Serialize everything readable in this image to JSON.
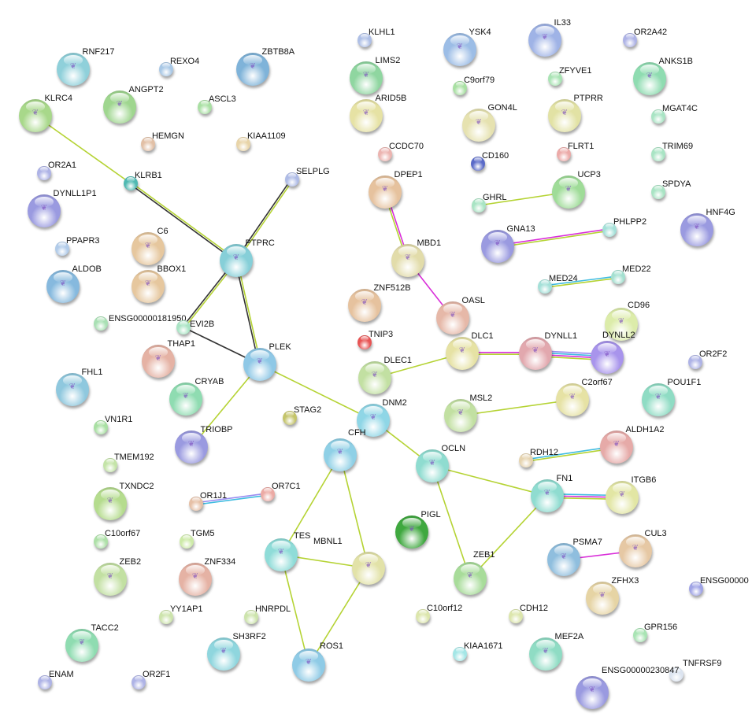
{
  "title": "Protein interaction network",
  "nodes": [
    {
      "id": "RNF217",
      "color": "#8fd0da",
      "big": true
    },
    {
      "id": "REXO4",
      "color": "#a9c8e6",
      "big": false
    },
    {
      "id": "ZBTB8A",
      "color": "#7fb3d9",
      "big": true
    },
    {
      "id": "KLRC4",
      "color": "#a8d88a",
      "big": true
    },
    {
      "id": "ANGPT2",
      "color": "#9fd68f",
      "big": true
    },
    {
      "id": "ASCL3",
      "color": "#a9e0a3",
      "big": false
    },
    {
      "id": "HEMGN",
      "color": "#e2c0a6",
      "big": false
    },
    {
      "id": "KIAA1109",
      "color": "#e8d4a8",
      "big": false
    },
    {
      "id": "OR2A1",
      "color": "#aeb3e6",
      "big": false
    },
    {
      "id": "KLRB1",
      "color": "#4fb9b2",
      "big": false
    },
    {
      "id": "SELPLG",
      "color": "#aebbe6",
      "big": false
    },
    {
      "id": "DYNLL1P1",
      "color": "#9a9ae0",
      "big": true
    },
    {
      "id": "PPAPR3",
      "color": "#b1cbe9",
      "big": false
    },
    {
      "id": "C6",
      "color": "#e6c79e",
      "big": true
    },
    {
      "id": "PTPRC",
      "color": "#86cfd8",
      "big": true
    },
    {
      "id": "ALDOB",
      "color": "#86b9de",
      "big": true
    },
    {
      "id": "BBOX1",
      "color": "#e6c79e",
      "big": true
    },
    {
      "id": "ENSG00000181950",
      "color": "#a9e0b4",
      "big": false
    },
    {
      "id": "EVI2B",
      "color": "#a9e4c4",
      "big": false
    },
    {
      "id": "THAP1",
      "color": "#e5b2a4",
      "big": true
    },
    {
      "id": "PLEK",
      "color": "#8fc8e6",
      "big": true
    },
    {
      "id": "FHL1",
      "color": "#8fc8de",
      "big": true
    },
    {
      "id": "CRYAB",
      "color": "#8fdcb1",
      "big": true
    },
    {
      "id": "STAG2",
      "color": "#c4c46a",
      "big": false
    },
    {
      "id": "VN1R1",
      "color": "#a9e0a3",
      "big": false
    },
    {
      "id": "TRIOBP",
      "color": "#9a9ae0",
      "big": true
    },
    {
      "id": "TMEM192",
      "color": "#c4e4a8",
      "big": false
    },
    {
      "id": "TXNDC2",
      "color": "#b5dc8e",
      "big": true
    },
    {
      "id": "OR1J1",
      "color": "#e6c0a6",
      "big": false
    },
    {
      "id": "OR7C1",
      "color": "#ecaaa4",
      "big": false
    },
    {
      "id": "C10orf67",
      "color": "#aee0a8",
      "big": false
    },
    {
      "id": "TGM5",
      "color": "#cdeaa8",
      "big": false
    },
    {
      "id": "ZEB2",
      "color": "#c2e0a2",
      "big": true
    },
    {
      "id": "ZNF334",
      "color": "#e5b2a4",
      "big": true
    },
    {
      "id": "YY1AP1",
      "color": "#cde4ac",
      "big": false
    },
    {
      "id": "HNRPDL",
      "color": "#cde4ac",
      "big": false
    },
    {
      "id": "TACC2",
      "color": "#8fdcb1",
      "big": true
    },
    {
      "id": "SH3RF2",
      "color": "#8fd6de",
      "big": true
    },
    {
      "id": "ENAM",
      "color": "#aeb3e6",
      "big": false
    },
    {
      "id": "OR2F1",
      "color": "#aeb3e6",
      "big": false
    },
    {
      "id": "KLHL1",
      "color": "#aebfe6",
      "big": false
    },
    {
      "id": "YSK4",
      "color": "#9cbde6",
      "big": true
    },
    {
      "id": "IL33",
      "color": "#9fb3e6",
      "big": true
    },
    {
      "id": "OR2A42",
      "color": "#aeb3e6",
      "big": false
    },
    {
      "id": "LIMS2",
      "color": "#8fd6a0",
      "big": true
    },
    {
      "id": "C9orf79",
      "color": "#a9e0a3",
      "big": false
    },
    {
      "id": "ZFYVE1",
      "color": "#a9e4b4",
      "big": false
    },
    {
      "id": "ANKS1B",
      "color": "#8fdcb1",
      "big": true
    },
    {
      "id": "ARID5B",
      "color": "#e6e2a4",
      "big": true
    },
    {
      "id": "GON4L",
      "color": "#e6e2b0",
      "big": true
    },
    {
      "id": "PTPRR",
      "color": "#e2e2a4",
      "big": true
    },
    {
      "id": "MGAT4C",
      "color": "#a9e4c4",
      "big": false
    },
    {
      "id": "CCDC70",
      "color": "#ecb4b0",
      "big": false
    },
    {
      "id": "CD160",
      "color": "#5a6ac8",
      "big": false
    },
    {
      "id": "FLRT1",
      "color": "#ecaaa8",
      "big": false
    },
    {
      "id": "TRIM69",
      "color": "#a9e4c4",
      "big": false
    },
    {
      "id": "DPEP1",
      "color": "#e6c29e",
      "big": true
    },
    {
      "id": "GHRL",
      "color": "#a9e4c4",
      "big": false
    },
    {
      "id": "UCP3",
      "color": "#9fdc98",
      "big": true
    },
    {
      "id": "SPDYA",
      "color": "#a9e4c4",
      "big": false
    },
    {
      "id": "GNA13",
      "color": "#9a9ae0",
      "big": true
    },
    {
      "id": "PHLPP2",
      "color": "#a4e0d8",
      "big": false
    },
    {
      "id": "HNF4G",
      "color": "#9a9ae0",
      "big": true
    },
    {
      "id": "MBD1",
      "color": "#e2dcaa",
      "big": true
    },
    {
      "id": "MED24",
      "color": "#a4e0d8",
      "big": false
    },
    {
      "id": "MED22",
      "color": "#a4e0d0",
      "big": false
    },
    {
      "id": "ZNF512B",
      "color": "#e6c29e",
      "big": true
    },
    {
      "id": "OASL",
      "color": "#e6b8a8",
      "big": true
    },
    {
      "id": "CD96",
      "color": "#dcecaa",
      "big": true
    },
    {
      "id": "TNIP3",
      "color": "#e85454",
      "big": false
    },
    {
      "id": "DLC1",
      "color": "#e6e2a4",
      "big": true
    },
    {
      "id": "DYNLL1",
      "color": "#e2a8ae",
      "big": true
    },
    {
      "id": "DYNLL2",
      "color": "#a894ec",
      "big": true
    },
    {
      "id": "OR2F2",
      "color": "#aeb3e6",
      "big": false
    },
    {
      "id": "DLEC1",
      "color": "#c2e0a2",
      "big": true
    },
    {
      "id": "DNM2",
      "color": "#8fd6e6",
      "big": true
    },
    {
      "id": "MSL2",
      "color": "#c2e0a2",
      "big": true
    },
    {
      "id": "C2orf67",
      "color": "#e6e2a4",
      "big": true
    },
    {
      "id": "POU1F1",
      "color": "#8fdcc4",
      "big": true
    },
    {
      "id": "CFH",
      "color": "#8fd0e6",
      "big": true
    },
    {
      "id": "OCLN",
      "color": "#8fdcd0",
      "big": true
    },
    {
      "id": "RDH12",
      "color": "#e6d4b0",
      "big": false
    },
    {
      "id": "ALDH1A2",
      "color": "#e6aaa8",
      "big": true
    },
    {
      "id": "FN1",
      "color": "#8fdcd0",
      "big": true
    },
    {
      "id": "ITGB6",
      "color": "#e2e6a4",
      "big": true
    },
    {
      "id": "PIGL",
      "color": "#3fa83f",
      "big": true
    },
    {
      "id": "TES",
      "color": "#8fdcd8",
      "big": true
    },
    {
      "id": "MBNL1",
      "color": "#e2e2a8",
      "big": true
    },
    {
      "id": "ZEB1",
      "color": "#a8dc9a",
      "big": true
    },
    {
      "id": "PSMA7",
      "color": "#8fbede",
      "big": true
    },
    {
      "id": "CUL3",
      "color": "#e6c8a4",
      "big": true
    },
    {
      "id": "ZFHX3",
      "color": "#e6d4a4",
      "big": true
    },
    {
      "id": "ENSG00000",
      "color": "#a0a4e6",
      "big": false
    },
    {
      "id": "C10orf12",
      "color": "#dce6ac",
      "big": false
    },
    {
      "id": "CDH12",
      "color": "#dce6ac",
      "big": false
    },
    {
      "id": "GPR156",
      "color": "#a9e4b4",
      "big": false
    },
    {
      "id": "ROS1",
      "color": "#8fcbe6",
      "big": true
    },
    {
      "id": "KIAA1671",
      "color": "#a4e6e6",
      "big": false
    },
    {
      "id": "MEF2A",
      "color": "#8fdcc4",
      "big": true
    },
    {
      "id": "TNFRSF9",
      "color": "#dce4f0",
      "big": false
    },
    {
      "id": "ENSG00000230847",
      "color": "#9a9ae0",
      "big": true
    }
  ],
  "edges": [
    {
      "a": "KLRC4",
      "b": "KLRB1",
      "types": [
        "textmining"
      ]
    },
    {
      "a": "KLRB1",
      "b": "PTPRC",
      "types": [
        "textmining",
        "coexpression"
      ]
    },
    {
      "a": "SELPLG",
      "b": "PTPRC",
      "types": [
        "textmining",
        "coexpression"
      ]
    },
    {
      "a": "PTPRC",
      "b": "EVI2B",
      "types": [
        "textmining",
        "coexpression"
      ]
    },
    {
      "a": "PTPRC",
      "b": "PLEK",
      "types": [
        "textmining",
        "coexpression"
      ]
    },
    {
      "a": "EVI2B",
      "b": "PLEK",
      "types": [
        "coexpression"
      ]
    },
    {
      "a": "PLEK",
      "b": "TRIOBP",
      "types": [
        "textmining"
      ]
    },
    {
      "a": "PLEK",
      "b": "DNM2",
      "types": [
        "textmining"
      ]
    },
    {
      "a": "DPEP1",
      "b": "MBD1",
      "types": [
        "experiments",
        "textmining"
      ]
    },
    {
      "a": "MBD1",
      "b": "OASL",
      "types": [
        "experiments"
      ]
    },
    {
      "a": "GHRL",
      "b": "UCP3",
      "types": [
        "textmining"
      ]
    },
    {
      "a": "GNA13",
      "b": "PHLPP2",
      "types": [
        "experiments",
        "textmining"
      ]
    },
    {
      "a": "MED24",
      "b": "MED22",
      "types": [
        "database",
        "textmining"
      ]
    },
    {
      "a": "DLEC1",
      "b": "DLC1",
      "types": [
        "textmining"
      ]
    },
    {
      "a": "DLC1",
      "b": "DYNLL1",
      "types": [
        "experiments",
        "textmining"
      ]
    },
    {
      "a": "DYNLL1",
      "b": "DYNLL2",
      "types": [
        "homology",
        "database",
        "experiments",
        "textmining"
      ]
    },
    {
      "a": "MSL2",
      "b": "C2orf67",
      "types": [
        "textmining"
      ]
    },
    {
      "a": "RDH12",
      "b": "ALDH1A2",
      "types": [
        "database",
        "textmining"
      ]
    },
    {
      "a": "OR1J1",
      "b": "OR7C1",
      "types": [
        "homology",
        "database"
      ]
    },
    {
      "a": "DNM2",
      "b": "OCLN",
      "types": [
        "textmining"
      ]
    },
    {
      "a": "OCLN",
      "b": "FN1",
      "types": [
        "textmining"
      ]
    },
    {
      "a": "OCLN",
      "b": "ZEB1",
      "types": [
        "textmining"
      ]
    },
    {
      "a": "FN1",
      "b": "ZEB1",
      "types": [
        "textmining"
      ]
    },
    {
      "a": "FN1",
      "b": "ITGB6",
      "types": [
        "database",
        "experiments",
        "textmining"
      ]
    },
    {
      "a": "CFH",
      "b": "TES",
      "types": [
        "textmining"
      ]
    },
    {
      "a": "CFH",
      "b": "MBNL1",
      "types": [
        "textmining"
      ]
    },
    {
      "a": "TES",
      "b": "MBNL1",
      "types": [
        "textmining"
      ]
    },
    {
      "a": "TES",
      "b": "ROS1",
      "types": [
        "textmining"
      ]
    },
    {
      "a": "MBNL1",
      "b": "ROS1",
      "types": [
        "textmining"
      ]
    },
    {
      "a": "PSMA7",
      "b": "CUL3",
      "types": [
        "experiments"
      ]
    }
  ],
  "edge_colors": {
    "textmining": "#b5d334",
    "coexpression": "#333333",
    "experiments": "#d92ed9",
    "database": "#3fbce0",
    "homology": "#9a8cf0"
  }
}
